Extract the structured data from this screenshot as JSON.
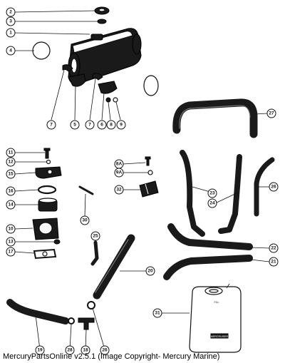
{
  "caption": "MercuryPartsOnline v2.5.1 (Image Copyright- Mercury Marine)",
  "callouts": {
    "c1": "1",
    "c2": "2",
    "c3": "3",
    "c4": "4",
    "c5": "5",
    "c6": "6",
    "c7a": "7",
    "c7b": "7",
    "c8": "8",
    "c9": "9",
    "c9a": "9A",
    "c8a": "8A",
    "c10": "10",
    "c11": "11",
    "c12": "12",
    "c13": "13",
    "c14": "14",
    "c15": "15",
    "c16": "16",
    "c17": "17",
    "c18": "18",
    "c19": "19",
    "c20": "20",
    "c21": "21",
    "c22": "22",
    "c23": "23",
    "c24": "24",
    "c25": "25",
    "c26a": "26",
    "c26b": "26",
    "c27": "27",
    "c28": "28",
    "c30": "30",
    "c31": "31",
    "c32": "32"
  },
  "tank_brand": "MERCRUISER",
  "tank_fill": "FILL"
}
